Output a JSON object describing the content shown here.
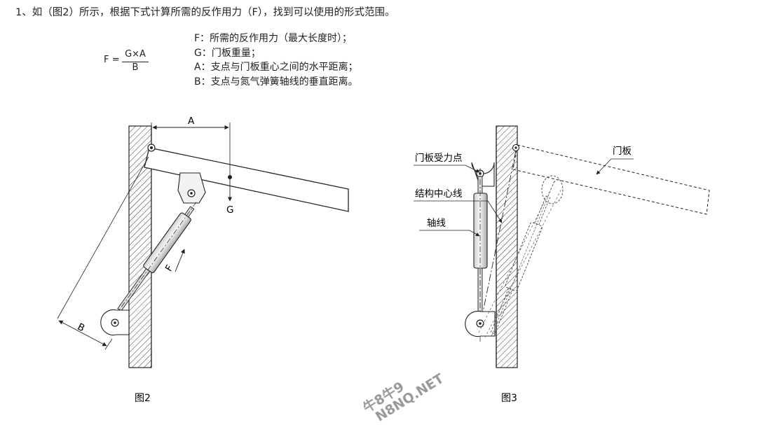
{
  "heading": "1、如（图2）所示，根据下式计算所需的反作用力（F），找到可以使用的形式范围。",
  "formula": {
    "lhs": "F =",
    "numerator": "G×A",
    "denominator": "B"
  },
  "definitions": [
    "F：所需的反作用力（最大长度时）；",
    "G：门板重量；",
    "A：支点与门板重心之间的水平距离；",
    "B：支点与氮气弹簧轴线的垂直距离。"
  ],
  "figure2": {
    "caption": "图2",
    "label_a": "A",
    "label_g": "G",
    "label_f": "F",
    "label_b": "B"
  },
  "figure3": {
    "caption": "图3",
    "label_force_point": "门板受力点",
    "label_center_line": "结构中心线",
    "label_axis": "轴线",
    "label_door": "门板"
  },
  "watermark": {
    "line1": "牛8牛9",
    "line2": "N8NQ.NET"
  }
}
